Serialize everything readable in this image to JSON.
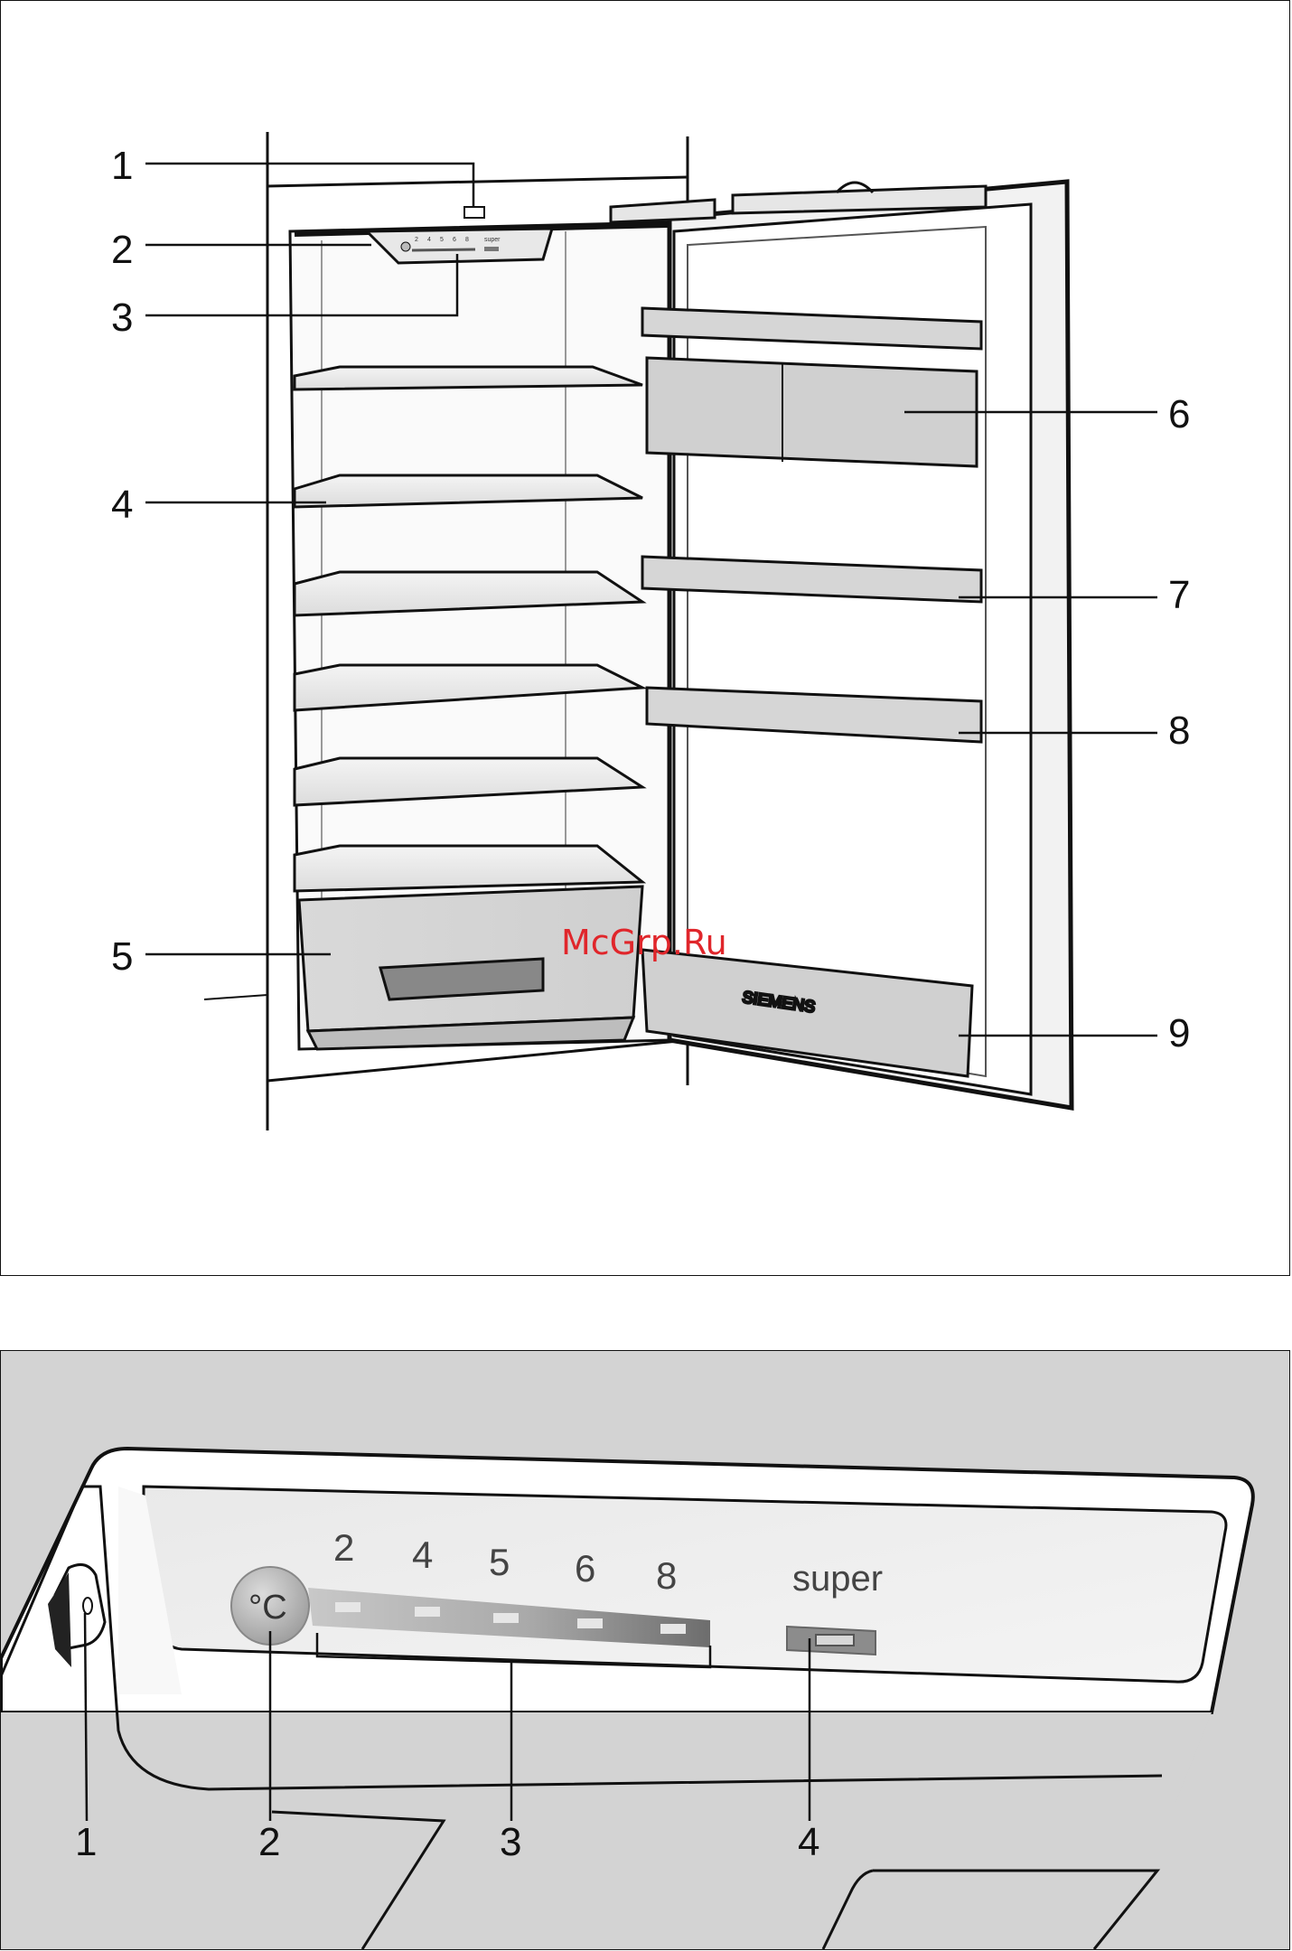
{
  "top_figure": {
    "callouts": [
      {
        "id": "1",
        "label": "1"
      },
      {
        "id": "2",
        "label": "2"
      },
      {
        "id": "3",
        "label": "3"
      },
      {
        "id": "4",
        "label": "4"
      },
      {
        "id": "5",
        "label": "5"
      },
      {
        "id": "6",
        "label": "6"
      },
      {
        "id": "7",
        "label": "7"
      },
      {
        "id": "8",
        "label": "8"
      },
      {
        "id": "9",
        "label": "9"
      }
    ],
    "mini_panel": {
      "settings": [
        "2",
        "4",
        "5",
        "6",
        "8"
      ],
      "super_label": "super"
    },
    "door_brand": "SIEMENS",
    "watermark": "McGrp.Ru"
  },
  "bottom_figure": {
    "temperature_button": "°C",
    "settings": [
      "2",
      "4",
      "5",
      "6",
      "8"
    ],
    "super_label": "super",
    "callouts": [
      {
        "id": "1",
        "label": "1"
      },
      {
        "id": "2",
        "label": "2"
      },
      {
        "id": "3",
        "label": "3"
      },
      {
        "id": "4",
        "label": "4"
      }
    ]
  },
  "colors": {
    "line": "#111111",
    "panel_bg": "#d3d3d3",
    "watermark": "#e0262b"
  }
}
